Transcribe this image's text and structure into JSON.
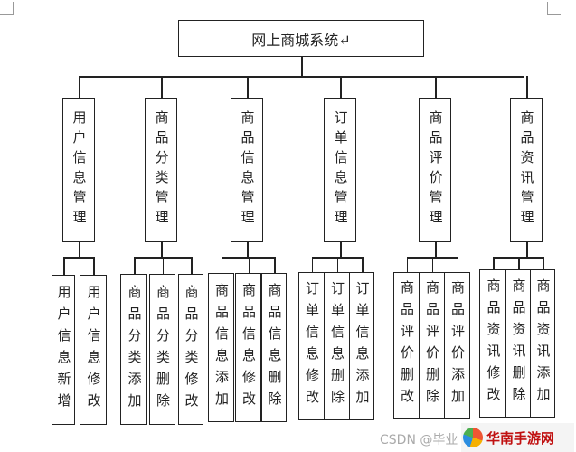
{
  "root": {
    "label": "网上商城系统↵"
  },
  "modules": [
    {
      "label": "用户信息管理",
      "children": [
        "用户信息新增",
        "用户信息修改"
      ]
    },
    {
      "label": "商品分类管理",
      "children": [
        "商品分类添加",
        "商品分类删除",
        "商品分类修改"
      ]
    },
    {
      "label": "商品信息管理",
      "children": [
        "商品信息添加",
        "商品信息修改",
        "商品信息删除"
      ]
    },
    {
      "label": "订单信息管理",
      "children": [
        "订单信息修改",
        "订单信息删除",
        "订单信息添加"
      ]
    },
    {
      "label": "商品评价管理",
      "children": [
        "商品评价删改",
        "商品评价删除",
        "商品评价添加"
      ]
    },
    {
      "label": "商品资讯管理",
      "children": [
        "商品资讯修改",
        "商品资讯删除",
        "商品资讯添加"
      ]
    }
  ],
  "watermark": {
    "text": "CSDN @毕业",
    "logo_text": "华南手游网"
  }
}
